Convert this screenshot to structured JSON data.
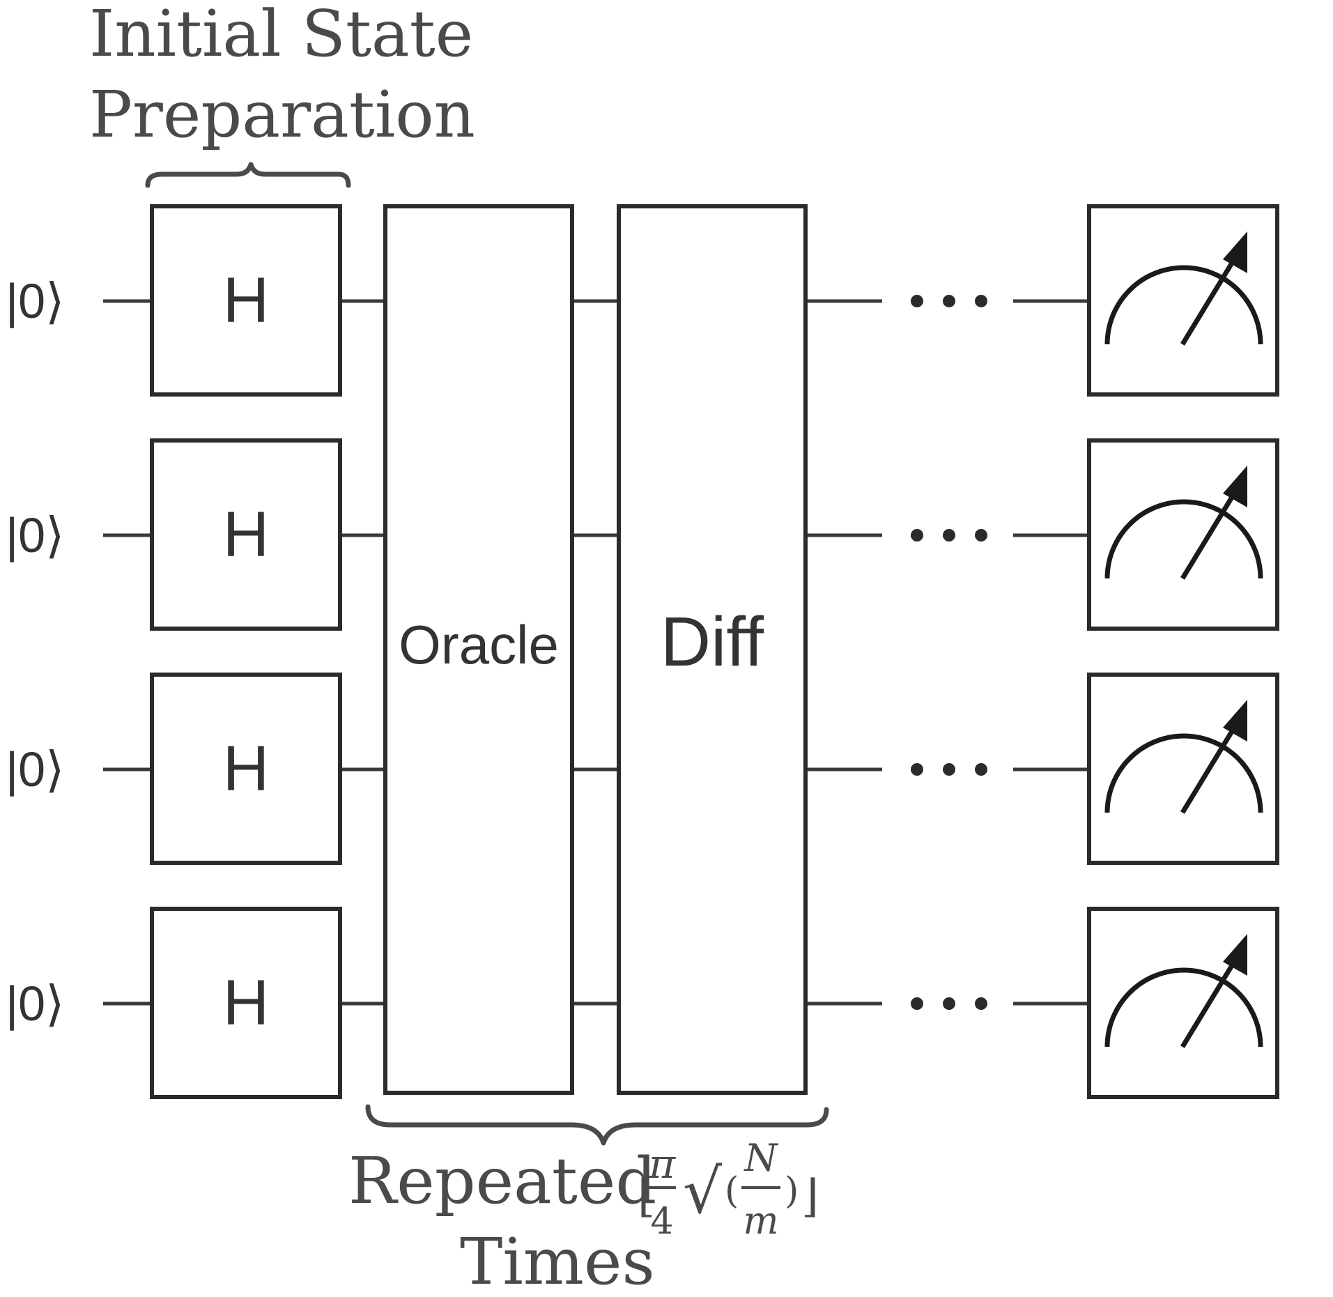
{
  "labels": {
    "initial_line1": "Initial State",
    "initial_line2": "Preparation",
    "repeated_line1": "Repeated",
    "repeated_line2": "Times"
  },
  "formula": {
    "floor_left": "⌊",
    "floor_right": "⌋",
    "pi": "π",
    "four": "4",
    "sqrt": "√",
    "paren_left": "(",
    "paren_right": ")",
    "N": "N",
    "m": "m"
  },
  "qubits": [
    {
      "state": "|0⟩",
      "gate": "H"
    },
    {
      "state": "|0⟩",
      "gate": "H"
    },
    {
      "state": "|0⟩",
      "gate": "H"
    },
    {
      "state": "|0⟩",
      "gate": "H"
    }
  ],
  "blocks": {
    "oracle": "Oracle",
    "diff": "Diff"
  },
  "measurement_icon": "meter-icon",
  "colors": {
    "line": "#2b2b2b",
    "text": "#4a4a4a"
  }
}
